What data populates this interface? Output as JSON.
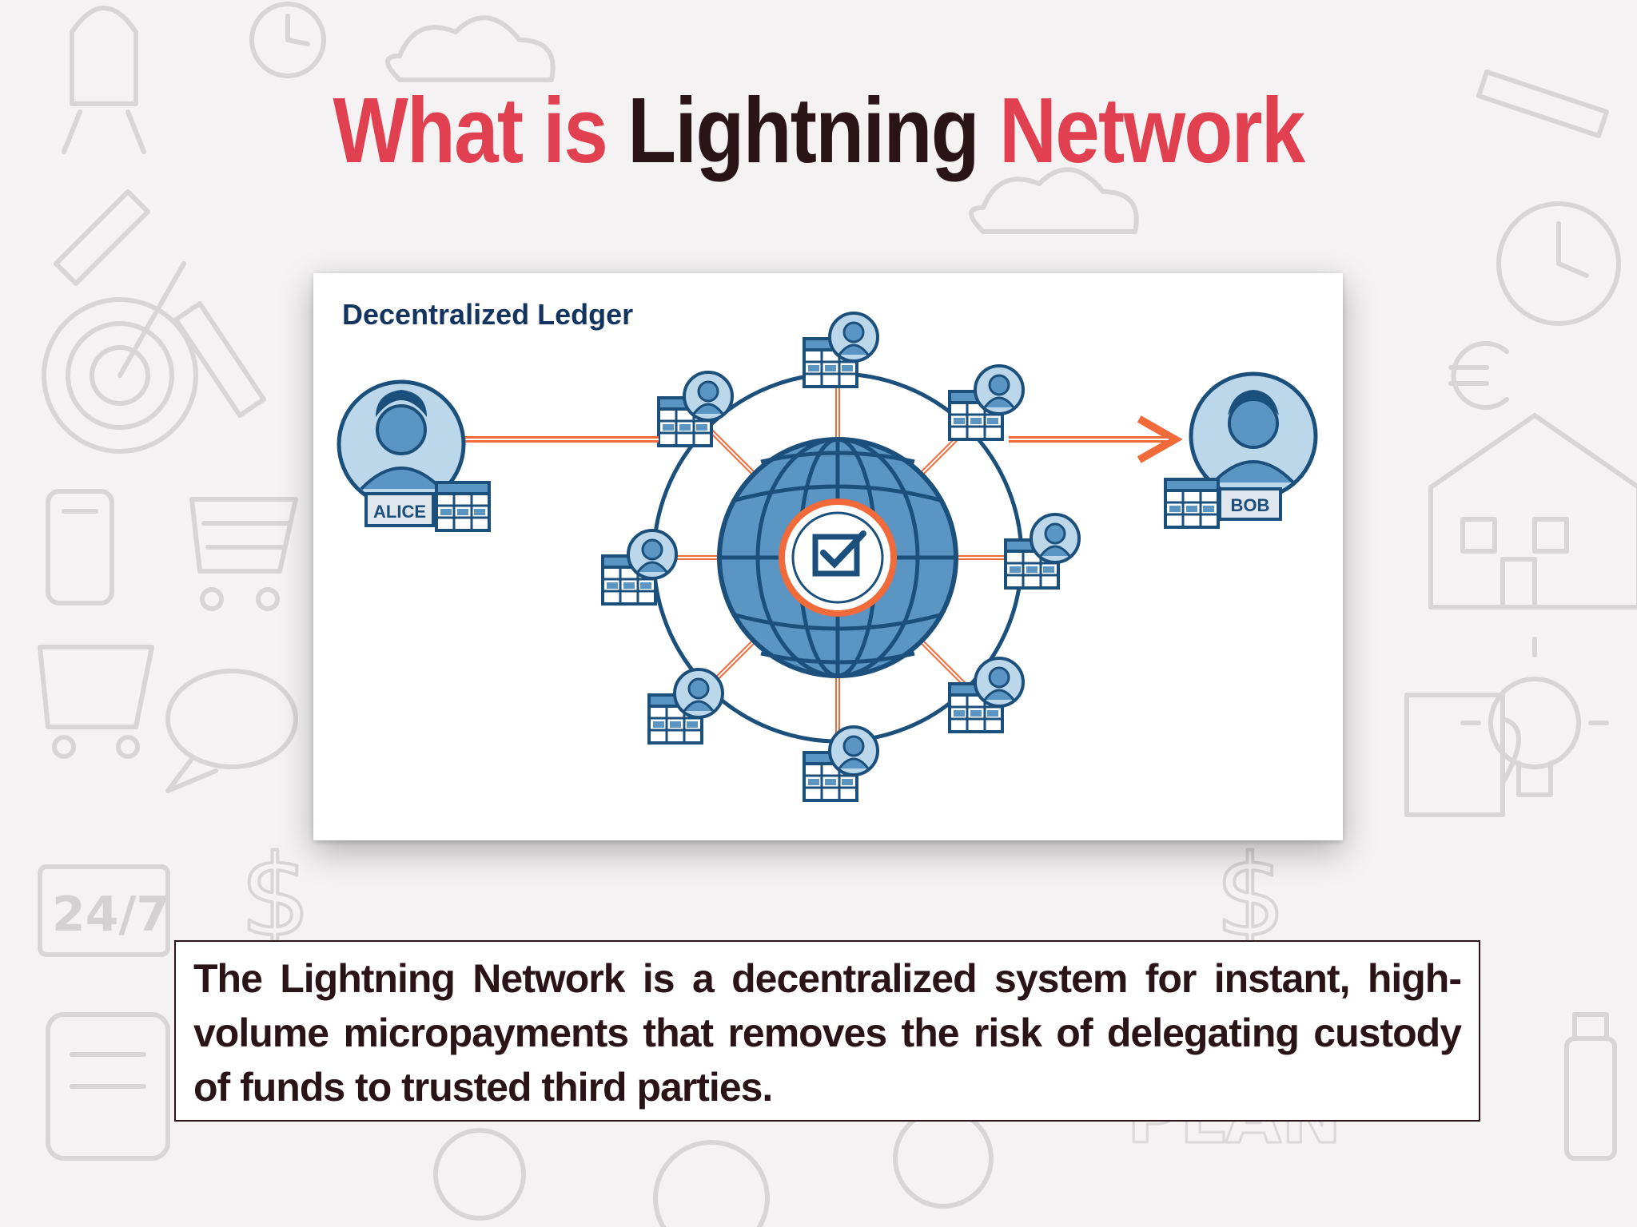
{
  "title": {
    "part1": "What is ",
    "part2": "Lightning",
    "part3": " Network",
    "red_color": "#e0404f",
    "dark_color": "#2b1418"
  },
  "diagram": {
    "heading": "Decentralized Ledger",
    "sender_label": "ALICE",
    "receiver_label": "BOB",
    "node_color": "#1b4f7c",
    "link_color": "#f06a3a",
    "globe_color": "#5b95c4"
  },
  "description": "The Lightning Network is a decentralized system for instant, high-volume micropayments that removes the risk of delegating custody of funds to trusted third parties."
}
